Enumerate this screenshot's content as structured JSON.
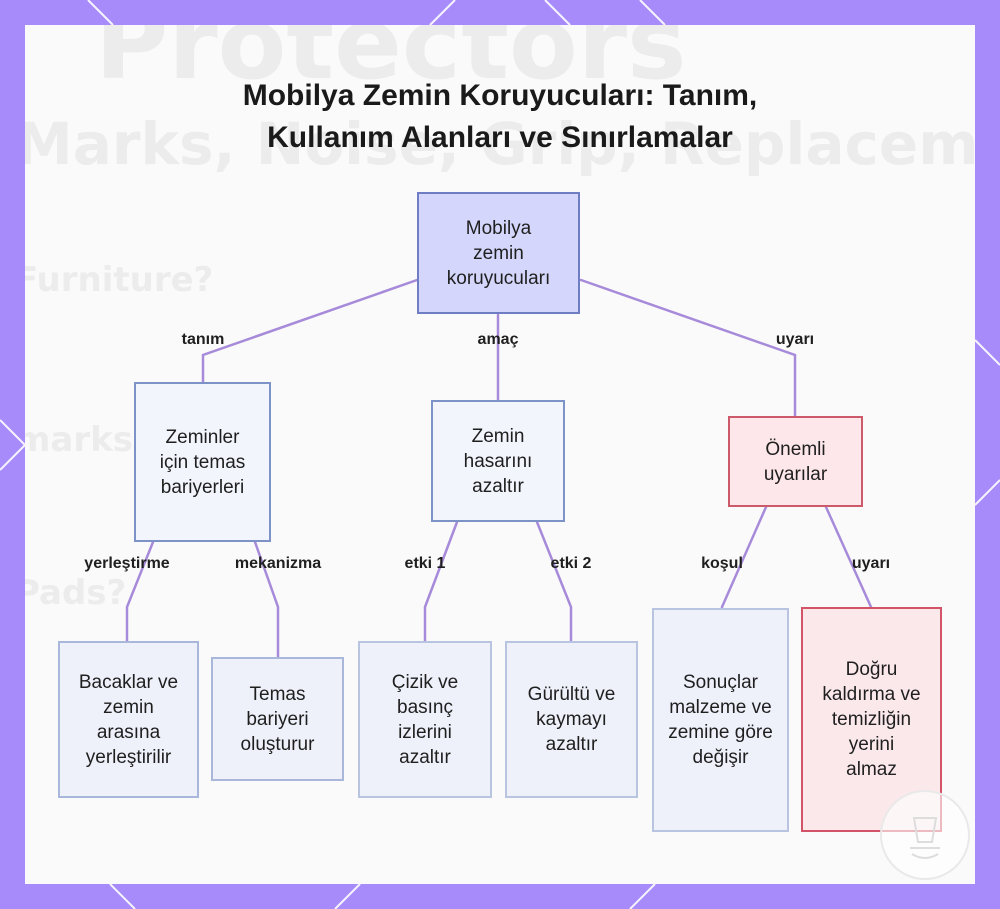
{
  "diagram": {
    "title_line1": "Mobilya Zemin Koruyucuları: Tanım,",
    "title_line2": "Kullanım Alanları ve Sınırlamalar",
    "nodes": {
      "root": "Mobilya zemin koruyucuları",
      "definition": "Zeminler için temas bariyerleri",
      "purpose": "Zemin hasarını azaltır",
      "warning": "Önemli uyarılar",
      "placement": "Bacaklar ve zemin arasına yerleştirilir",
      "mechanism": "Temas bariyeri oluşturur",
      "effect1": "Çizik ve basınç izlerini azaltır",
      "effect2": "Gürültü ve kaymayı azaltır",
      "condition": "Sonuçlar malzeme ve zemine göre değişir",
      "caution": "Doğru kaldırma ve temizliğin yerini almaz"
    },
    "edge_labels": {
      "tanim": "tanım",
      "amac": "amaç",
      "uyari_top": "uyarı",
      "yerlestirme": "yerleştirme",
      "mekanizma": "mekanizma",
      "etki1": "etki 1",
      "etki2": "etki 2",
      "kosul": "koşul",
      "uyari_bottom": "uyarı"
    },
    "colors": {
      "frame": "#a78bfa",
      "edge": "#a78bda",
      "root_fill": "#d4d7fb",
      "warning_border": "#cc5a6a"
    }
  },
  "background": {
    "line1": "Protectors",
    "line2": "Marks, Noise, Grip, Replacement",
    "line3": "Furniture?",
    "line4": "marks?",
    "line5": "Pads?"
  }
}
